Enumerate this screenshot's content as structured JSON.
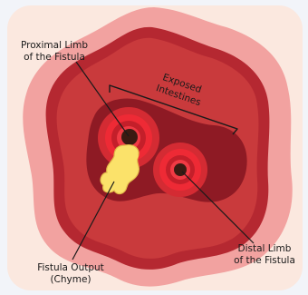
{
  "labels": {
    "proximal_line1": "Proximal Limb",
    "proximal_line2": "of the Fistula",
    "exposed": "Exposed",
    "intestines": "Intestines",
    "distal_line1": "Distal Limb",
    "distal_line2": "of the Fistula",
    "output_line1": "Fistula Output",
    "output_line2": "(Chyme)"
  },
  "colors": {
    "background": "#f2f4f9",
    "panel": "#fbe8df",
    "outer_skin": "#f2a2a0",
    "wound_dark": "#b52831",
    "wound_mid": "#c93a3c",
    "intestine_dark": "#8e1a24",
    "intestine_bright": "#ee2a35",
    "stoma_center": "#3a1a12",
    "chyme": "#fbe26a",
    "chyme_outline": "#e2b94a",
    "line": "#1a1a1a"
  }
}
